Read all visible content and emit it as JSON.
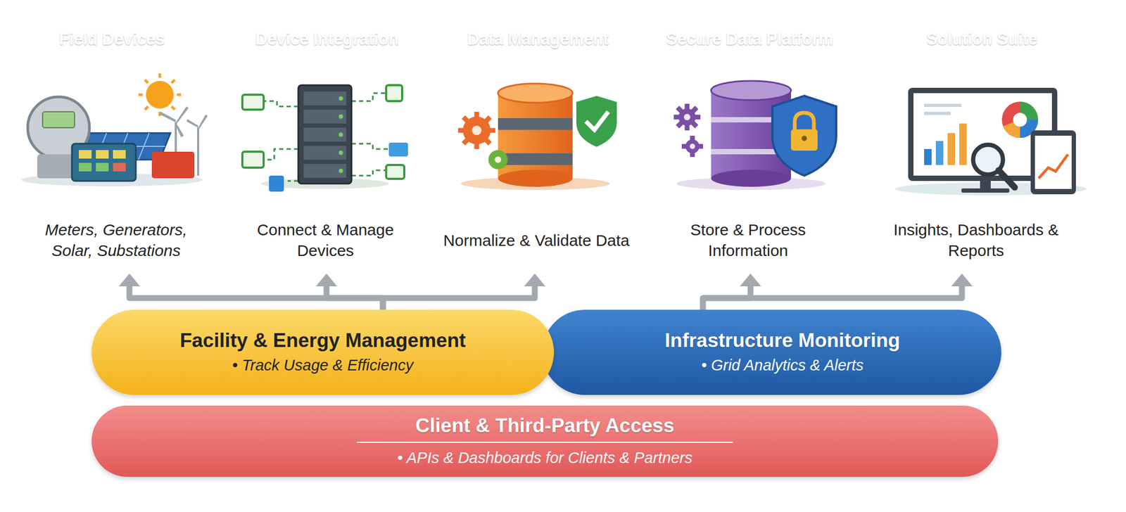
{
  "diagram": {
    "nodes": [
      {
        "text": [
          "Field Devices",
          "Meters, Generators, Solar, Substations"
        ]
      },
      {
        "text": [
          "Device Integration",
          "Connect & Manage Devices"
        ]
      },
      {
        "text": [
          "Data Management",
          "Normalize & Validate Data"
        ]
      },
      {
        "text": [
          "Secure Data Platform",
          "Store & Process Information"
        ]
      },
      {
        "text": [
          "Solution Suite",
          "Insights, Dashboards & Reports"
        ]
      },
      {
        "text": [
          "Facility & Energy Management",
          "• Track Usage & Efficiency"
        ]
      },
      {
        "text": [
          "Infrastructure Monitoring",
          "• Grid Analytics & Alerts"
        ]
      },
      {
        "text": [
          "Client & Third-Party Access",
          "• APIs & Dashboards for Clients & Partners"
        ]
      }
    ],
    "edges": [
      {
        "from": 5,
        "to": 0,
        "arrow": "to"
      },
      {
        "from": 5,
        "to": 1,
        "arrow": "to"
      },
      {
        "from": 5,
        "to": 2,
        "arrow": "to"
      },
      {
        "from": 6,
        "to": 3,
        "arrow": "to"
      },
      {
        "from": 6,
        "to": 4,
        "arrow": "to"
      }
    ]
  }
}
